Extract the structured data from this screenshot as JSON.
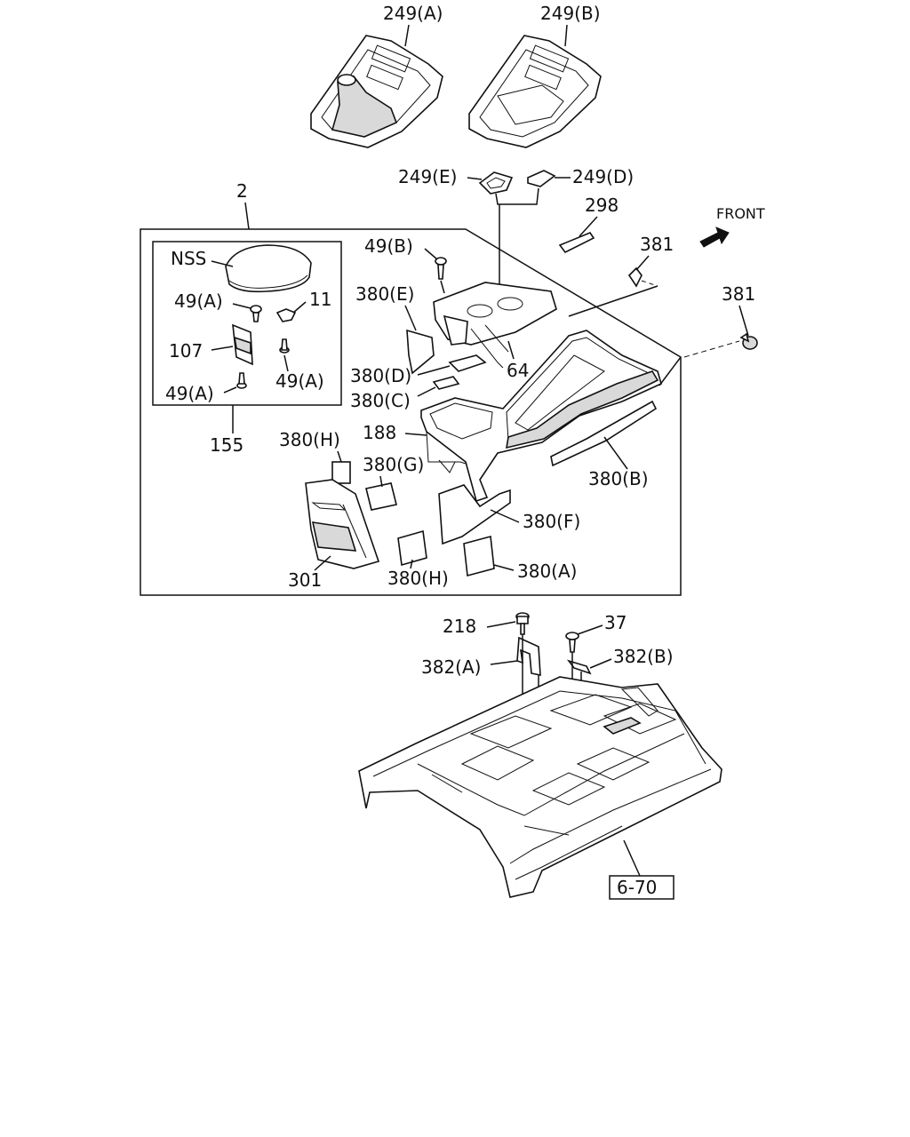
{
  "front_label": "FRONT",
  "callouts": {
    "c249a": "249(A)",
    "c249b": "249(B)",
    "c249e": "249(E)",
    "c249d": "249(D)",
    "c2": "2",
    "c298": "298",
    "c381a": "381",
    "c381b": "381",
    "cnss": "NSS",
    "c49a_1": "49(A)",
    "c11": "11",
    "c107": "107",
    "c49a_2": "49(A)",
    "c49a_3": "49(A)",
    "c155": "155",
    "c49b": "49(B)",
    "c380e": "380(E)",
    "c380d": "380(D)",
    "c380c": "380(C)",
    "c64": "64",
    "c188": "188",
    "c380h_1": "380(H)",
    "c380g": "380(G)",
    "c380b": "380(B)",
    "c380f": "380(F)",
    "c301": "301",
    "c380h_2": "380(H)",
    "c380a": "380(A)",
    "c218": "218",
    "c37": "37",
    "c382a": "382(A)",
    "c382b": "382(B)",
    "c670": "6-70"
  }
}
